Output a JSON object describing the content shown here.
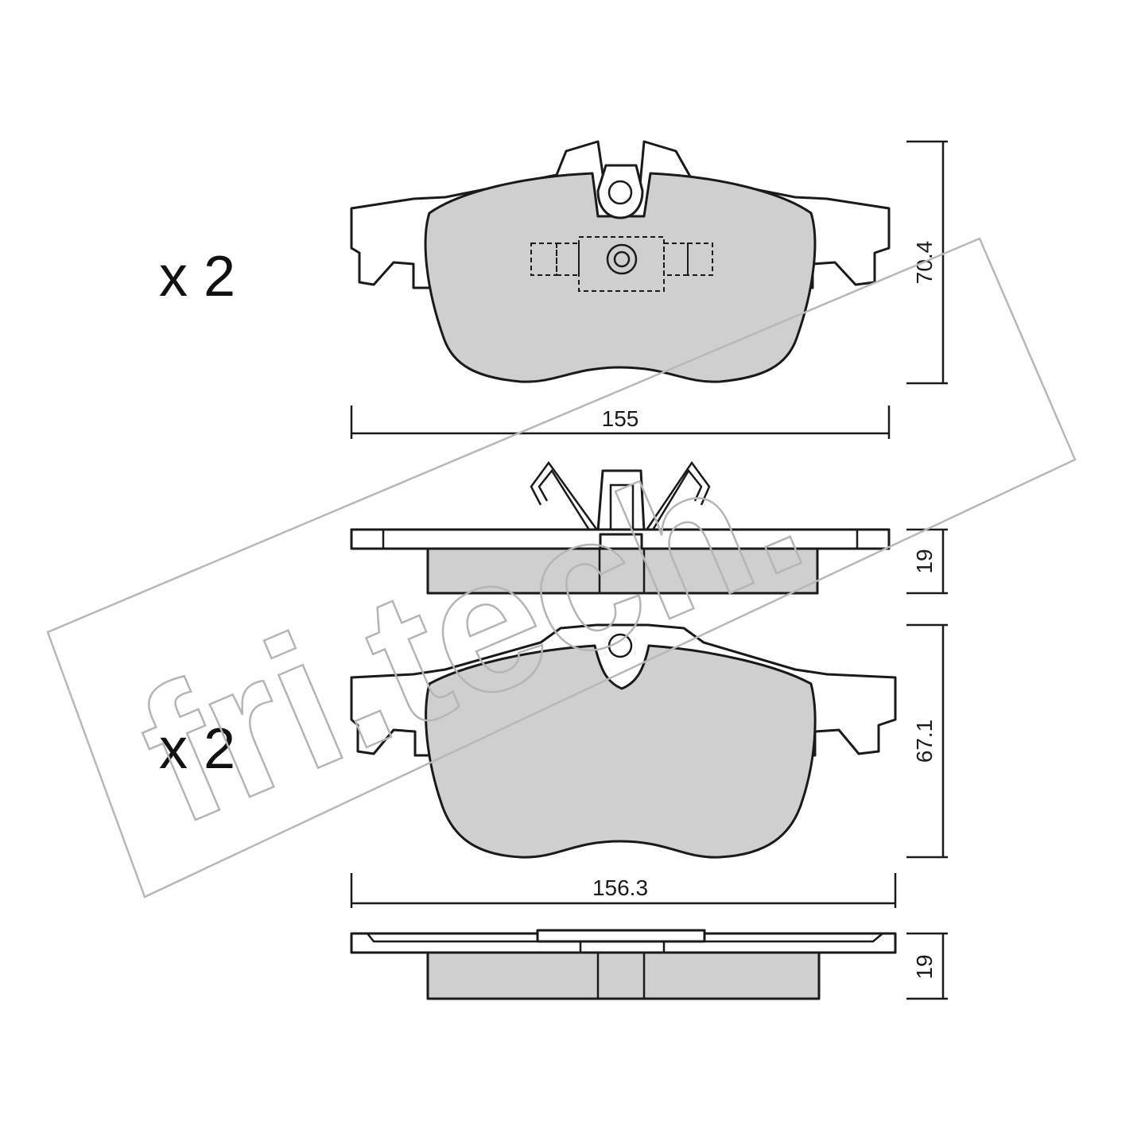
{
  "quantities": {
    "top": "x 2",
    "bottom": "x 2"
  },
  "dimensions": {
    "top_height": "70.4",
    "top_width": "155",
    "top_thickness": "19",
    "bottom_height": "67.1",
    "bottom_width": "156.3",
    "bottom_thickness": "19"
  },
  "watermark": {
    "brand": "fri.tech."
  },
  "colors": {
    "friction_material": "#cfcfcf",
    "outline": "#1a1a1a",
    "watermark": "#b5b5b5"
  }
}
